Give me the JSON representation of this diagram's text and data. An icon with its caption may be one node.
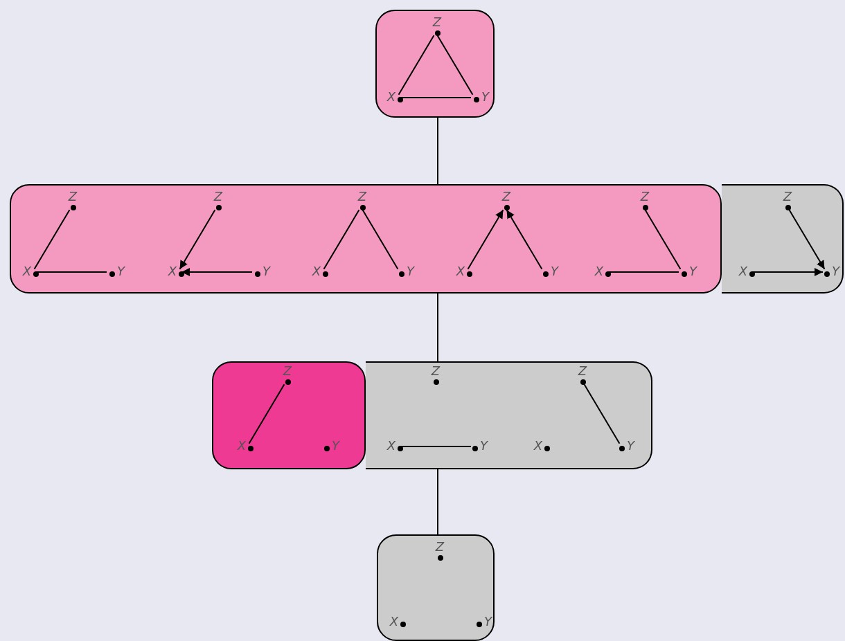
{
  "diagram": {
    "nodes": [
      {
        "text": [],
        "shape": "box"
      },
      {
        "text": [
          "Z"
        ],
        "in": 0
      },
      {
        "text": [
          "X"
        ],
        "in": 0
      },
      {
        "text": [
          "Y"
        ],
        "in": 0
      },
      {
        "text": [],
        "shape": "box"
      },
      {
        "text": [
          "Z"
        ],
        "in": 4
      },
      {
        "text": [
          "X"
        ],
        "in": 4
      },
      {
        "text": [
          "Y"
        ],
        "in": 4
      },
      {
        "text": [
          "Z"
        ],
        "in": 4
      },
      {
        "text": [
          "X"
        ],
        "in": 4
      },
      {
        "text": [
          "Y"
        ],
        "in": 4
      },
      {
        "text": [
          "Z"
        ],
        "in": 4
      },
      {
        "text": [
          "X"
        ],
        "in": 4
      },
      {
        "text": [
          "Y"
        ],
        "in": 4
      },
      {
        "text": [
          "Z"
        ],
        "in": 4
      },
      {
        "text": [
          "X"
        ],
        "in": 4
      },
      {
        "text": [
          "Y"
        ],
        "in": 4
      },
      {
        "text": [
          "Z"
        ],
        "in": 4
      },
      {
        "text": [
          "X"
        ],
        "in": 4
      },
      {
        "text": [
          "Y"
        ],
        "in": 4
      },
      {
        "text": [],
        "shape": "box"
      },
      {
        "text": [
          "Z"
        ],
        "in": 20
      },
      {
        "text": [
          "X"
        ],
        "in": 20
      },
      {
        "text": [
          "Y"
        ],
        "in": 20
      },
      {
        "text": [],
        "shape": "box"
      },
      {
        "text": [
          "Z"
        ],
        "in": 24
      },
      {
        "text": [
          "X"
        ],
        "in": 24
      },
      {
        "text": [
          "Y"
        ],
        "in": 24
      },
      {
        "text": [],
        "shape": "box"
      },
      {
        "text": [
          "Z"
        ],
        "in": 28
      },
      {
        "text": [
          "X"
        ],
        "in": 28
      },
      {
        "text": [
          "Y"
        ],
        "in": 28
      },
      {
        "text": [
          "Z"
        ],
        "in": 28
      },
      {
        "text": [
          "X"
        ],
        "in": 28
      },
      {
        "text": [
          "Y"
        ],
        "in": 28
      },
      {
        "text": [],
        "shape": "box"
      },
      {
        "text": [
          "Z"
        ],
        "in": 35
      },
      {
        "text": [
          "X"
        ],
        "in": 35
      },
      {
        "text": [
          "Y"
        ],
        "in": 35
      }
    ],
    "edges": [
      {
        "from": 0,
        "to": 4,
        "arrow": "none"
      },
      {
        "from": 4,
        "to": 28,
        "arrow": "none"
      },
      {
        "from": 28,
        "to": 35,
        "arrow": "none"
      },
      {
        "from": 2,
        "to": 1,
        "arrow": "none"
      },
      {
        "from": 2,
        "to": 3,
        "arrow": "none"
      },
      {
        "from": 1,
        "to": 3,
        "arrow": "none"
      },
      {
        "from": 5,
        "to": 6,
        "arrow": "none"
      },
      {
        "from": 6,
        "to": 7,
        "arrow": "none"
      },
      {
        "from": 8,
        "to": 9,
        "arrow": "to"
      },
      {
        "from": 10,
        "to": 9,
        "arrow": "to"
      },
      {
        "from": 12,
        "to": 11,
        "arrow": "none"
      },
      {
        "from": 11,
        "to": 13,
        "arrow": "none"
      },
      {
        "from": 15,
        "to": 14,
        "arrow": "to"
      },
      {
        "from": 16,
        "to": 14,
        "arrow": "to"
      },
      {
        "from": 18,
        "to": 19,
        "arrow": "none"
      },
      {
        "from": 17,
        "to": 19,
        "arrow": "none"
      },
      {
        "from": 22,
        "to": 23,
        "arrow": "to"
      },
      {
        "from": 21,
        "to": 23,
        "arrow": "to"
      },
      {
        "from": 26,
        "to": 25,
        "arrow": "none"
      },
      {
        "from": 30,
        "to": 31,
        "arrow": "none"
      },
      {
        "from": 32,
        "to": 34,
        "arrow": "none"
      }
    ]
  }
}
